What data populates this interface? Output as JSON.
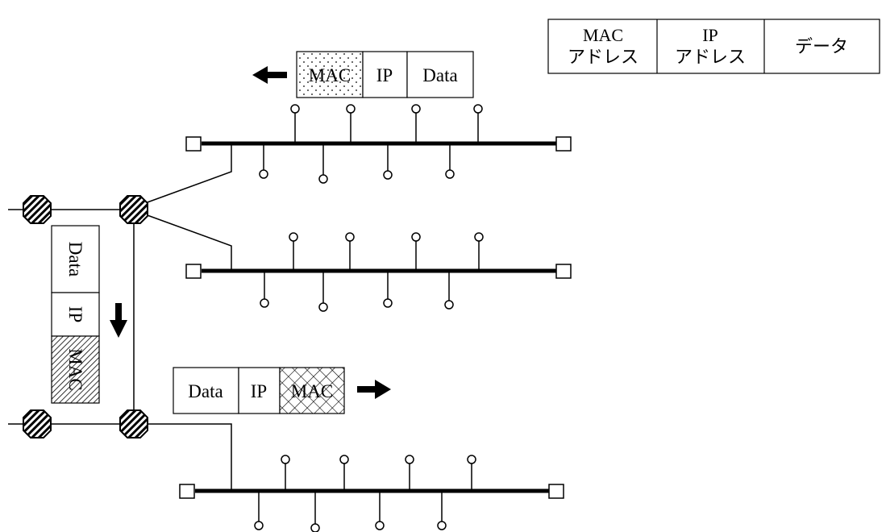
{
  "legend": {
    "mac_line1": "MAC",
    "mac_line2": "アドレス",
    "ip_line1": "IP",
    "ip_line2": "アドレス",
    "data": "データ"
  },
  "packet_top": {
    "mac": "MAC",
    "ip": "IP",
    "data": "Data"
  },
  "packet_vertical": {
    "data": "Data",
    "ip": "IP",
    "mac": "MAC"
  },
  "packet_bottom": {
    "data": "Data",
    "ip": "IP",
    "mac": "MAC"
  }
}
